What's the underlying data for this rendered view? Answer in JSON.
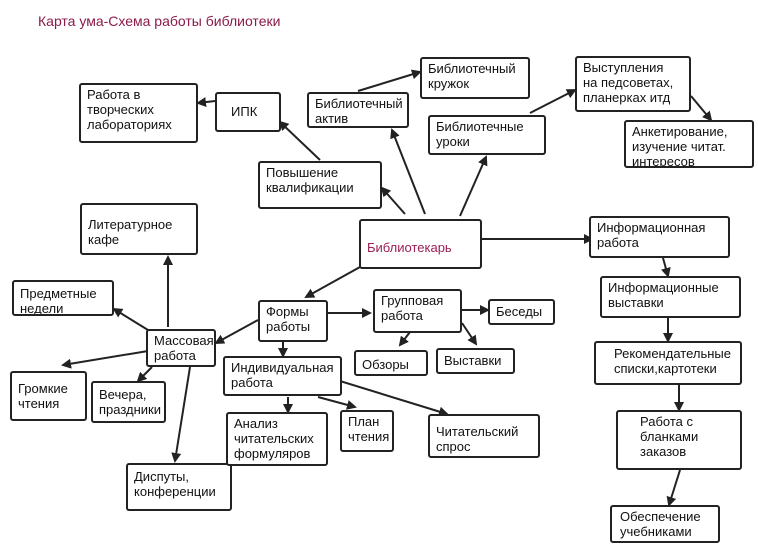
{
  "title": "Карта ума-Схема работы библиотеки",
  "nodes": {
    "center": "Библиотекарь",
    "t1": "Работа в\nтворческих\nлабораториях",
    "t2": "ИПК",
    "t3": "Библиотечный\nактив",
    "t4": "Библиотечный\nкружок",
    "t5": "Выступления\nна педсоветах,\nпланерках итд",
    "t6": "Анкетирование,\nизучение читат.\nинтересов",
    "t7": "Библиотечные\nуроки",
    "t8": "Повышение\nквалификации",
    "l1": "Литературное\nкафе",
    "l2": "Предметные\nнедели",
    "l3": "Массовая\nработа",
    "l4": "Громкие\nчтения",
    "l5": "Вечера,\nпраздники",
    "l6": "Диспуты,\nконференции",
    "m1": "Формы\nработы",
    "m2": "Групповая\nработа",
    "m3": "Беседы",
    "m4": "Обзоры",
    "m5": "Выставки",
    "m6": "Индивидуальная\nработа",
    "m7": "Анализ\nчитательских\nформуляров",
    "m8": "План\nчтения",
    "m9": "Читательский\nспрос",
    "r1": "Информационная\nработа",
    "r2": "Информационные\nвыставки",
    "r3": "Рекомендательные\nсписки,картотеки",
    "r4": "Работа с\nбланками\nзаказов",
    "r5": "Обеспечение\nучебниками"
  }
}
